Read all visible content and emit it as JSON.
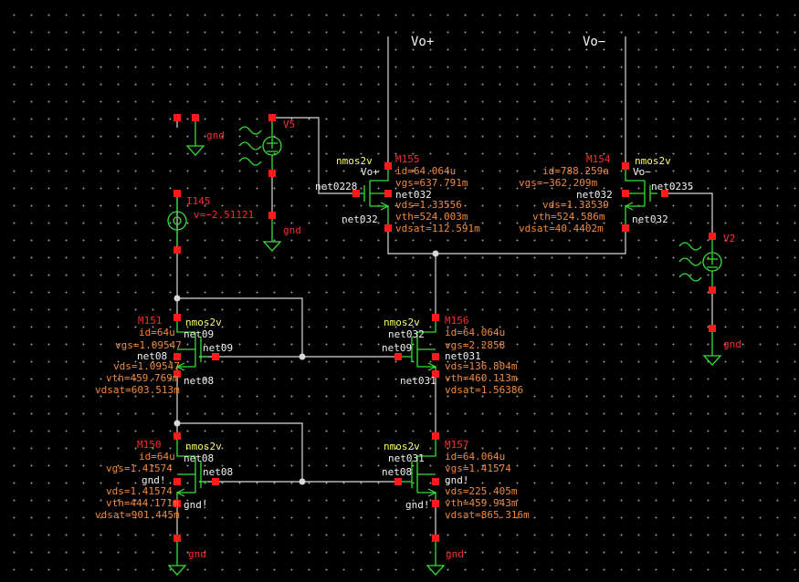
{
  "outputs": {
    "vop": "Vo+",
    "von": "Vo−"
  },
  "devices": {
    "m155": {
      "name": "M155",
      "model": "nmos2v",
      "g": "net0228",
      "d": "Vo+",
      "s": "net032",
      "b": "net032",
      "id": "id=64.064u",
      "vgs": "vgs=637.791m",
      "vds": "vds=1.33556",
      "vth": "vth=524.003m",
      "vdsat": "vdsat=112.591m"
    },
    "m154": {
      "name": "M154",
      "model": "nmos2v",
      "g": "net0235",
      "d": "Vo−",
      "s": "net032",
      "b": "net032",
      "id": "id=788.259a",
      "vgs": "vgs=−362.209m",
      "vds": "vds=1.33539",
      "vth": "vth=524.586m",
      "vdsat": "vdsat=40.4402m"
    },
    "m151": {
      "name": "M151",
      "model": "nmos2v",
      "g": "net09",
      "d": "net09",
      "s": "net08",
      "b": "net08",
      "id": "id=64u",
      "vgs": "vgs=1.09547",
      "vds": "vds=1.09547",
      "vth": "vth=459.769m",
      "vdsat": "vdsat=603.513m"
    },
    "m156": {
      "name": "M156",
      "model": "nmos2v",
      "g": "net09",
      "d": "net032",
      "s": "net031",
      "b": "net031",
      "id": "id=64.064u",
      "vgs": "vgs=2.2858",
      "vds": "vds=136.804m",
      "vth": "vth=460.113m",
      "vdsat": "vdsat=1.56386"
    },
    "m150": {
      "name": "M150",
      "model": "nmos2v",
      "g": "net08",
      "d": "net08",
      "s": "gnd!",
      "b": "gnd!",
      "id": "id=64u",
      "vgs": "vgs=1.41574",
      "vds": "vds=1.41574",
      "vth": "vth=444.171m",
      "vdsat": "vdsat=901.445m"
    },
    "m157": {
      "name": "M157",
      "model": "nmos2v",
      "g": "net08",
      "d": "net031",
      "s": "gnd!",
      "b": "gnd!",
      "id": "id=64.064u",
      "vgs": "vgs=1.41574",
      "vds": "vds=225.405m",
      "vth": "vth=459.943m",
      "vdsat": "vdsat=865.316m"
    }
  },
  "sources": {
    "v5": {
      "name": "V5"
    },
    "v2": {
      "name": "V2"
    },
    "i145": {
      "name": "I145",
      "value": "v=−2.51121"
    }
  },
  "grounds": {
    "g1": "gnd",
    "g2": "gnd",
    "g3": "gnd",
    "g4": "gnd",
    "g5": "gnd"
  }
}
